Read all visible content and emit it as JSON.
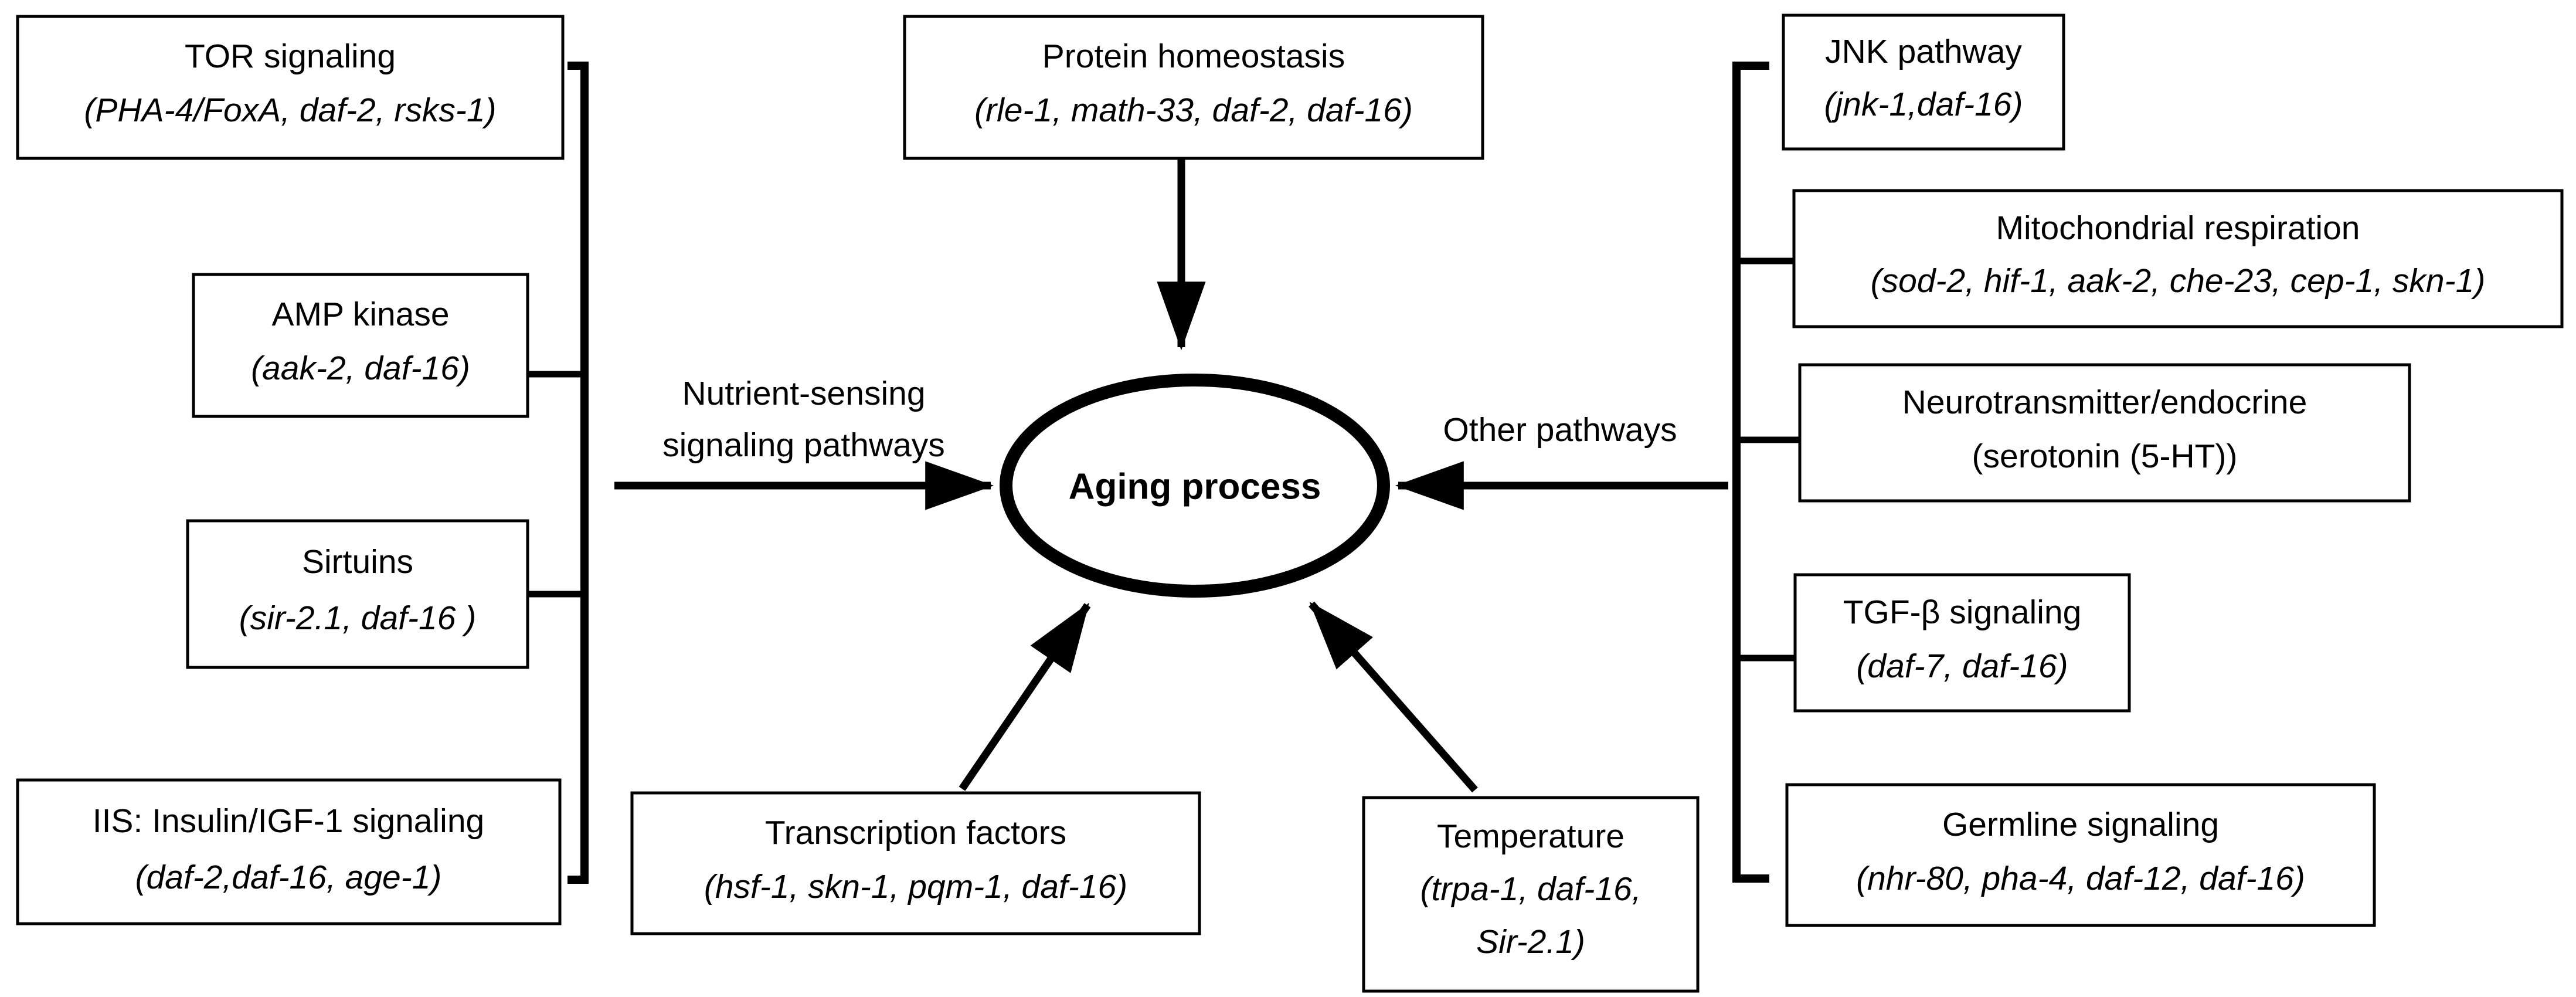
{
  "figure": {
    "hub": {
      "label": "Aging process"
    },
    "edge_labels": {
      "left": {
        "line1": "Nutrient-sensing",
        "line2": "signaling pathways"
      },
      "right": {
        "line1": "Other pathways"
      }
    },
    "left_group": {
      "name": "Nutrient-sensing signaling pathways",
      "boxes": [
        {
          "id": "tor-signaling",
          "title": "TOR signaling",
          "genes": "(PHA-4/FoxA, daf-2, rsks-1)"
        },
        {
          "id": "amp-kinase",
          "title": "AMP kinase",
          "genes": "(aak-2, daf-16)"
        },
        {
          "id": "sirtuins",
          "title": "Sirtuins",
          "genes": "(sir-2.1, daf-16 )"
        },
        {
          "id": "iis",
          "title": "IIS: Insulin/IGF-1 signaling",
          "genes": "(daf-2,daf-16, age-1)"
        }
      ]
    },
    "top_group": {
      "boxes": [
        {
          "id": "protein-homeostasis",
          "title": "Protein homeostasis",
          "genes": "(rle-1, math-33, daf-2, daf-16)"
        }
      ]
    },
    "bottom_group": {
      "boxes": [
        {
          "id": "transcription-factors",
          "title": "Transcription factors",
          "genes": "(hsf-1, skn-1, pqm-1, daf-16)"
        },
        {
          "id": "temperature",
          "title": "Temperature",
          "genes_line1": "(trpa-1, daf-16,",
          "genes_line2": "Sir-2.1)"
        }
      ]
    },
    "right_group": {
      "name": "Other pathways",
      "boxes": [
        {
          "id": "jnk-pathway",
          "title": "JNK pathway",
          "genes": "(jnk-1,daf-16)"
        },
        {
          "id": "mitochondrial-respiration",
          "title": "Mitochondrial respiration",
          "genes": "(sod-2, hif-1, aak-2, che-23, cep-1, skn-1)"
        },
        {
          "id": "neurotransmitter-endocrine",
          "title": "Neurotransmitter/endocrine",
          "genes": "(serotonin (5-HT))"
        },
        {
          "id": "tgf-beta-signaling",
          "title": "TGF-β signaling",
          "genes": "(daf-7, daf-16)"
        },
        {
          "id": "germline-signaling",
          "title": "Germline signaling",
          "genes": "(nhr-80, pha-4, daf-12, daf-16)"
        }
      ]
    },
    "colors": {
      "stroke": "#000000",
      "background": "#ffffff",
      "text": "#000000"
    }
  }
}
